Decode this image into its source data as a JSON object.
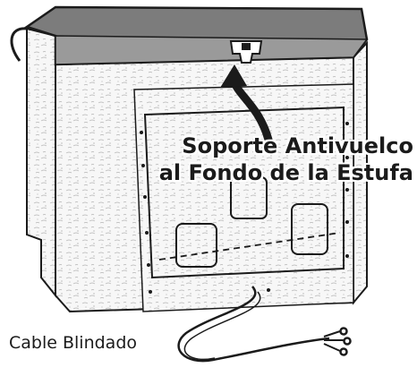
{
  "labels": {
    "anti_tip_line1": "Soporte Antivuelco",
    "anti_tip_line2": "al Fondo de la Estufa",
    "cable": "Cable Blindado"
  },
  "icons": [
    "anti-tip-bracket-icon",
    "curved-arrow-icon",
    "armored-cable-icon"
  ],
  "colors": {
    "ink": "#1b1b1b",
    "cooktop": "#7c7c7c",
    "panel_texture": "#ebebeb",
    "background": "#ffffff"
  }
}
